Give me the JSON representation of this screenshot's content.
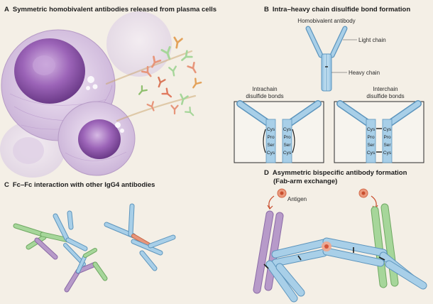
{
  "panels": {
    "a": {
      "letter": "A",
      "title": "Symmetric homobivalent antibodies released from plasma cells"
    },
    "b": {
      "letter": "B",
      "title": "Intra–heavy chain disulfide bond formation",
      "antibody_label": "Homobivalent antibody",
      "light_chain": "Light chain",
      "heavy_chain": "Heavy chain",
      "intrachain_l1": "Intrachain",
      "intrachain_l2": "disulfide bonds",
      "interchain_l1": "Interchain",
      "interchain_l2": "disulfide bonds",
      "hinge": [
        "Cys",
        "Pro",
        "Ser",
        "Cys"
      ]
    },
    "c": {
      "letter": "C",
      "title": "Fc–Fc interaction with other IgG4 antibodies"
    },
    "d": {
      "letter": "D",
      "title_l1": "Asymmetric bispecific antibody formation",
      "title_l2": "(Fab-arm exchange)",
      "antigen": "Antigen"
    }
  },
  "colors": {
    "background": "#f4efe6",
    "blue": "#a8cfe8",
    "blue_dark": "#5d95bd",
    "green": "#a6d69a",
    "purple": "#b79ac9",
    "orange": "#e7957a",
    "cell_purple": "#8a5aa6"
  }
}
